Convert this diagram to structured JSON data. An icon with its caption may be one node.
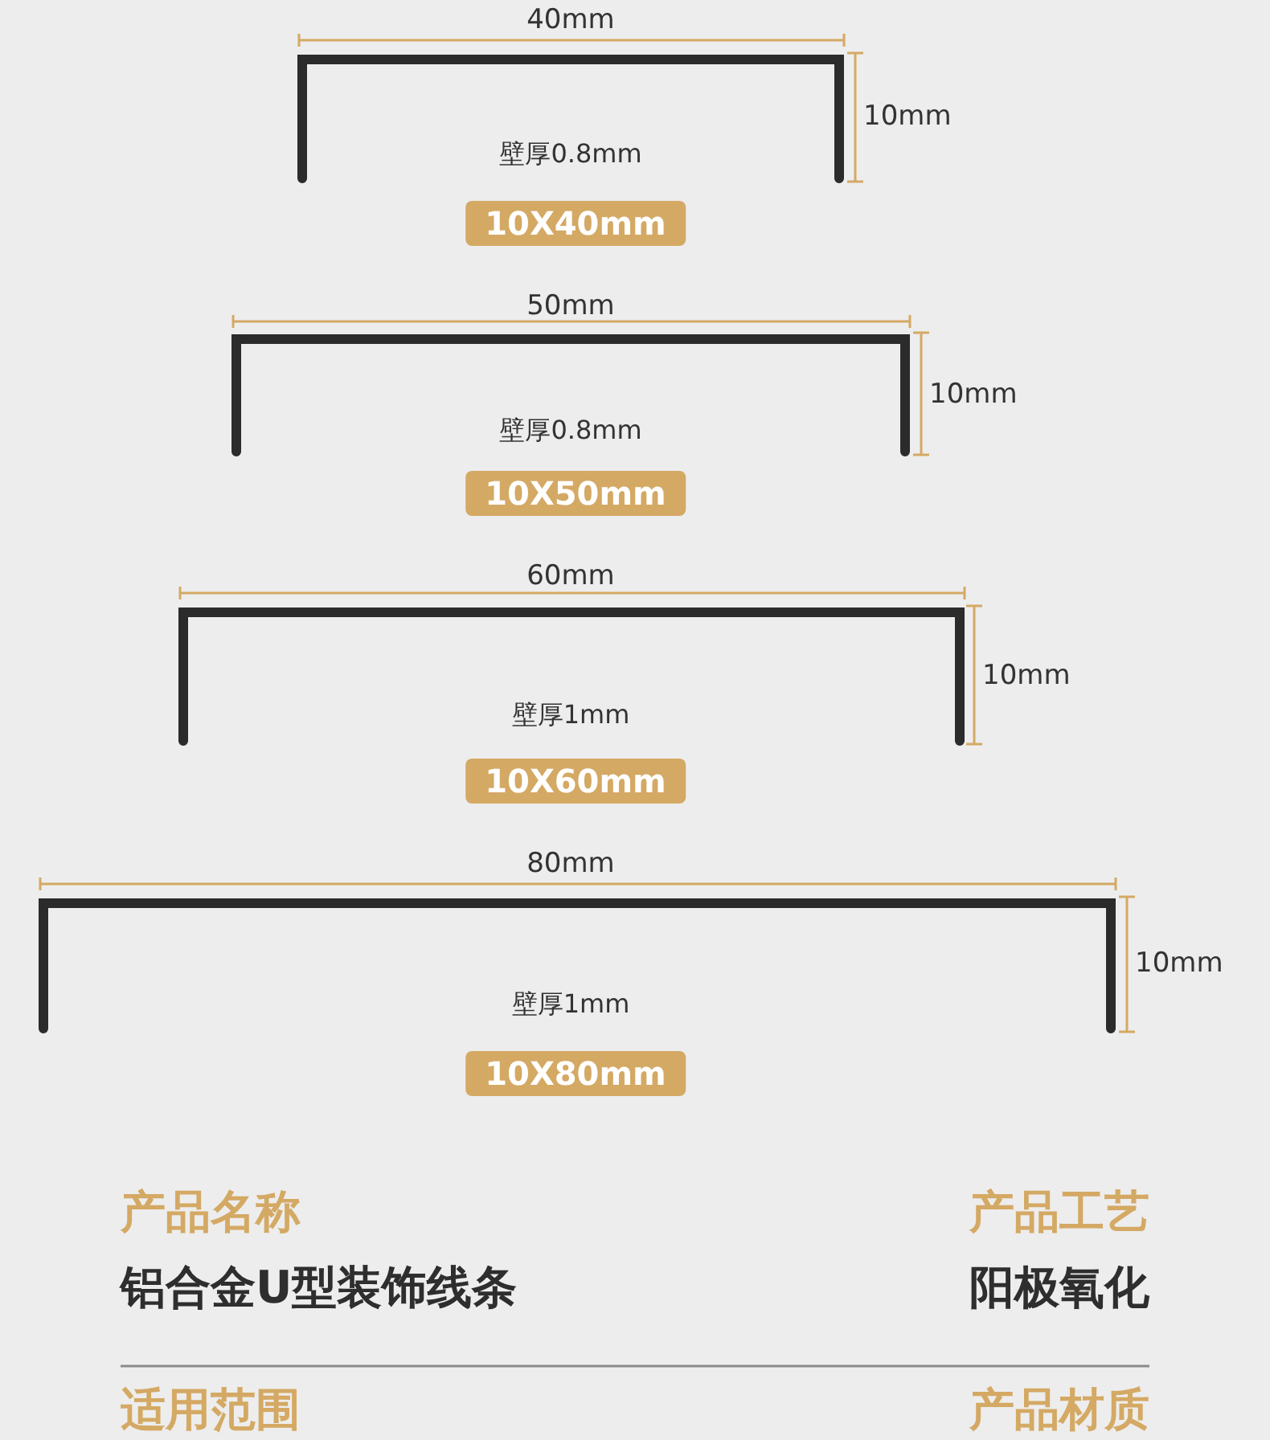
{
  "diagram": {
    "labels": [
      "40mm",
      "10mm",
      "壁厚0.8mm",
      "10X40mm",
      "50mm",
      "10mm",
      "壁厚0.8mm",
      "10X50mm",
      "60mm",
      "10mm",
      "壁厚1mm",
      "10X60mm",
      "80mm",
      "10mm",
      "壁厚1mm",
      "10X80mm",
      "产品名称",
      "产品工艺",
      "铝合金U型装饰线条",
      "阳极氧化",
      "适用范围",
      "产品材质"
    ]
  }
}
